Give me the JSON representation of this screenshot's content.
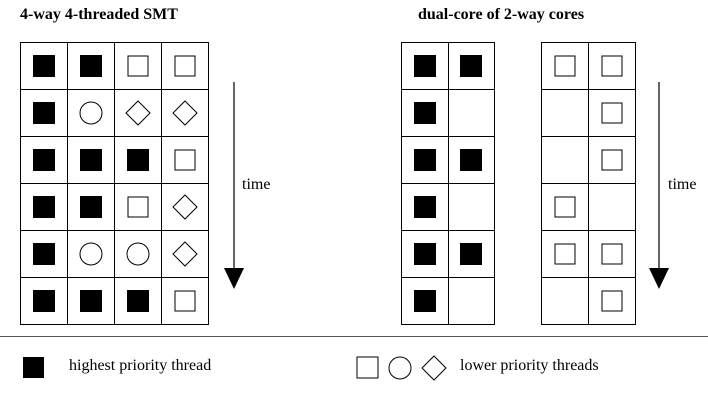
{
  "titles": {
    "smt": "4-way 4-threaded SMT",
    "dual": "dual-core of 2-way cores"
  },
  "time_label": "time",
  "legend": {
    "high": "highest priority thread",
    "low": "lower priority threads"
  },
  "smt_grid": [
    [
      "filled",
      "square",
      "square-outline",
      "square-outline"
    ],
    [
      "filled",
      "circle",
      "diamond",
      "diamond"
    ],
    [
      "filled",
      "filled",
      "filled",
      "square-outline"
    ],
    [
      "filled",
      "filled",
      "square-outline",
      "diamond"
    ],
    [
      "filled",
      "circle",
      "circle",
      "diamond"
    ],
    [
      "filled",
      "filled",
      "filled",
      "square-outline"
    ]
  ],
  "core1_grid": [
    [
      "filled",
      "filled"
    ],
    [
      "filled",
      "empty"
    ],
    [
      "filled",
      "filled"
    ],
    [
      "filled",
      "empty"
    ],
    [
      "filled",
      "filled"
    ],
    [
      "filled",
      "empty"
    ]
  ],
  "core2_grid": [
    [
      "square-outline",
      "square-outline"
    ],
    [
      "empty",
      "square-outline"
    ],
    [
      "empty",
      "square-outline"
    ],
    [
      "square-outline",
      "empty"
    ],
    [
      "square-outline",
      "square-outline"
    ],
    [
      "empty",
      "square-outline"
    ]
  ],
  "icons": {
    "filled": "black-square-icon",
    "square-outline": "outline-square-icon",
    "circle": "outline-circle-icon",
    "diamond": "outline-diamond-icon"
  }
}
